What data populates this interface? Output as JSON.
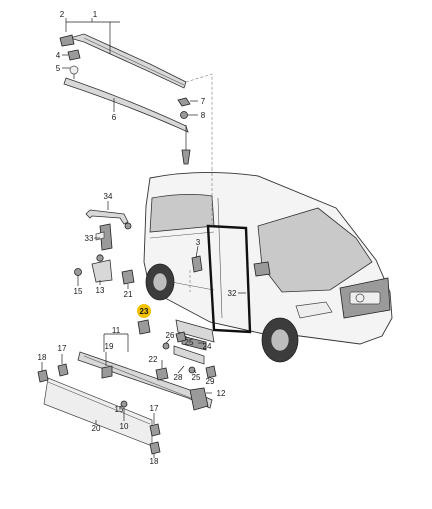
{
  "colors": {
    "highlight": "#f2c200",
    "part_fill": "#d8d8d8",
    "part_dark": "#9a9a9a",
    "line": "#222222"
  },
  "callouts": [
    {
      "id": "c1",
      "text": "1"
    },
    {
      "id": "c2",
      "text": "2"
    },
    {
      "id": "c3",
      "text": "3"
    },
    {
      "id": "c4",
      "text": "4"
    },
    {
      "id": "c5",
      "text": "5"
    },
    {
      "id": "c6",
      "text": "6"
    },
    {
      "id": "c7",
      "text": "7"
    },
    {
      "id": "c8",
      "text": "8"
    },
    {
      "id": "c10",
      "text": "10"
    },
    {
      "id": "c11",
      "text": "11"
    },
    {
      "id": "c12",
      "text": "12"
    },
    {
      "id": "c13",
      "text": "13"
    },
    {
      "id": "c15a",
      "text": "15"
    },
    {
      "id": "c15b",
      "text": "15"
    },
    {
      "id": "c17a",
      "text": "17"
    },
    {
      "id": "c17b",
      "text": "17"
    },
    {
      "id": "c18a",
      "text": "18"
    },
    {
      "id": "c18b",
      "text": "18"
    },
    {
      "id": "c19",
      "text": "19"
    },
    {
      "id": "c20",
      "text": "20"
    },
    {
      "id": "c21",
      "text": "21"
    },
    {
      "id": "c22",
      "text": "22"
    },
    {
      "id": "c23",
      "text": "23"
    },
    {
      "id": "c24",
      "text": "24"
    },
    {
      "id": "c25a",
      "text": "25"
    },
    {
      "id": "c25b",
      "text": "25"
    },
    {
      "id": "c26",
      "text": "26"
    },
    {
      "id": "c28",
      "text": "28"
    },
    {
      "id": "c29",
      "text": "29"
    },
    {
      "id": "c32",
      "text": "32"
    },
    {
      "id": "c33",
      "text": "33"
    },
    {
      "id": "c34",
      "text": "34"
    }
  ]
}
